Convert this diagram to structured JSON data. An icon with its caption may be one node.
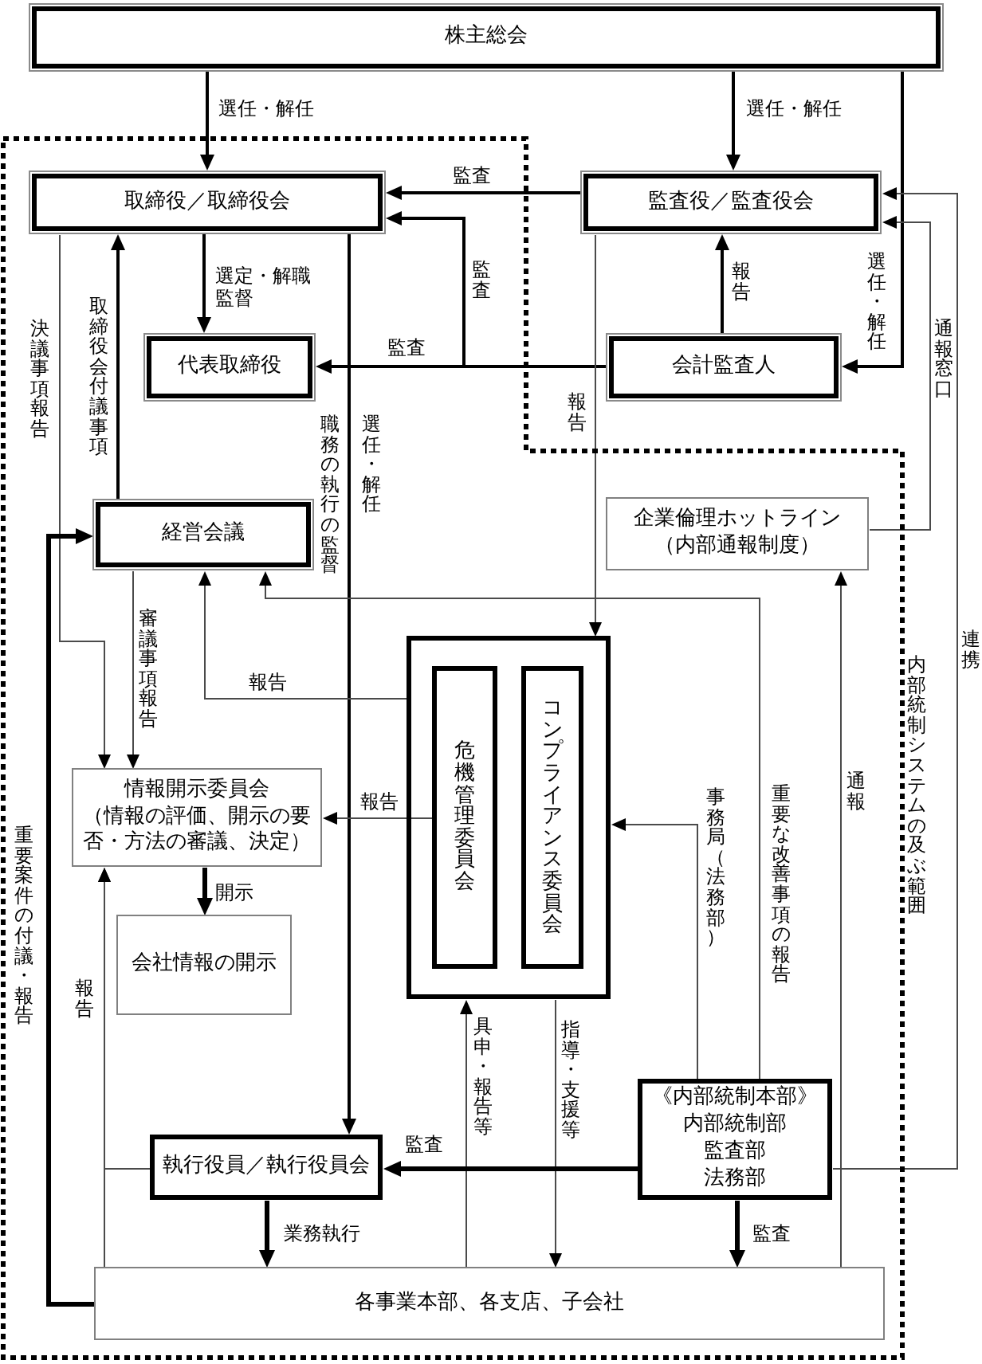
{
  "diagram": {
    "nodes": [
      {
        "text": [
          "株主総会"
        ]
      },
      {
        "text": [
          "内部統制システムの及ぶ範囲"
        ]
      },
      {
        "text": [
          "取締役／取締役会"
        ],
        "in": 1
      },
      {
        "text": [
          "監査役／監査役会"
        ]
      },
      {
        "text": [
          "代表取締役"
        ],
        "in": 1
      },
      {
        "text": [
          "会計監査人"
        ]
      },
      {
        "text": [
          "経営会議"
        ],
        "in": 1
      },
      {
        "text": [
          "企業倫理ホットライン",
          "（内部通報制度）"
        ],
        "in": 1
      },
      {
        "text": [],
        "shape": "box",
        "in": 1
      },
      {
        "text": [
          "危機管理委員会"
        ],
        "in": 8
      },
      {
        "text": [
          "コンプライアンス委員会"
        ],
        "in": 8
      },
      {
        "text": [
          "情報開示委員会",
          "（情報の評価、開示の要否・方法の審議、決定）"
        ],
        "in": 1
      },
      {
        "text": [
          "会社情報の開示"
        ],
        "in": 1
      },
      {
        "text": [
          "《内部統制本部》",
          "内部統制部",
          "監査部",
          "法務部"
        ],
        "in": 1
      },
      {
        "text": [
          "執行役員／執行役員会"
        ],
        "in": 1
      },
      {
        "text": [
          "各事業本部、各支店、子会社"
        ],
        "in": 1
      }
    ],
    "edges": [
      {
        "from": 0,
        "to": 2,
        "arrow": "to",
        "label": "選任・解任"
      },
      {
        "from": 0,
        "to": 3,
        "arrow": "to",
        "label": "選任・解任"
      },
      {
        "from": 0,
        "to": 5,
        "arrow": "to",
        "label": "選任・解任"
      },
      {
        "from": 3,
        "to": 2,
        "arrow": "to",
        "label": "監査"
      },
      {
        "from": 5,
        "to": 2,
        "arrow": "to",
        "label": "監査"
      },
      {
        "from": 5,
        "to": 4,
        "arrow": "to",
        "label": "監査"
      },
      {
        "from": 5,
        "to": 3,
        "arrow": "to",
        "label": "報告"
      },
      {
        "from": 2,
        "to": 4,
        "arrow": "to",
        "label": "選定・解職監督"
      },
      {
        "from": 6,
        "to": 2,
        "arrow": "to",
        "label": "取締役会付議事項"
      },
      {
        "from": 2,
        "to": 14,
        "arrow": "to",
        "label": "選任・解任"
      },
      {
        "from": 2,
        "to": 11,
        "arrow": "to",
        "label": "決議事項報告"
      },
      {
        "from": 6,
        "to": 11,
        "arrow": "to",
        "label": "審議事項報告"
      },
      {
        "from": 8,
        "to": 6,
        "arrow": "to",
        "label": "報告"
      },
      {
        "from": 13,
        "to": 6,
        "arrow": "to",
        "label": "重要な改善事項の報告"
      },
      {
        "from": 3,
        "to": 8,
        "arrow": "to",
        "label": "報告"
      },
      {
        "from": 13,
        "to": 8,
        "arrow": "to",
        "label": "事務局（法務部）"
      },
      {
        "from": 9,
        "to": 11,
        "arrow": "to",
        "label": "報告"
      },
      {
        "from": 11,
        "to": 12,
        "arrow": "to",
        "label": "開示"
      },
      {
        "from": 15,
        "to": 11,
        "arrow": "to",
        "label": "報告"
      },
      {
        "from": 14,
        "to": 11,
        "arrow": "to"
      },
      {
        "from": 15,
        "to": 6,
        "arrow": "to",
        "label": "重要案件の付議・報告"
      },
      {
        "from": 15,
        "to": 8,
        "arrow": "to",
        "label": "具申・報告等"
      },
      {
        "from": 8,
        "to": 15,
        "arrow": "to",
        "label": "指導・支援等"
      },
      {
        "from": 15,
        "to": 7,
        "arrow": "to",
        "label": "通報"
      },
      {
        "from": 7,
        "to": 3,
        "arrow": "to",
        "label": "通報窓口"
      },
      {
        "from": 13,
        "to": 3,
        "arrow": "to",
        "label": "連携"
      },
      {
        "from": 13,
        "to": 14,
        "arrow": "to",
        "label": "監査"
      },
      {
        "from": 14,
        "to": 15,
        "arrow": "to",
        "label": "業務執行"
      },
      {
        "from": 13,
        "to": 15,
        "arrow": "to",
        "label": "監査"
      }
    ],
    "labels": [
      "職務の執行の監督"
    ]
  }
}
